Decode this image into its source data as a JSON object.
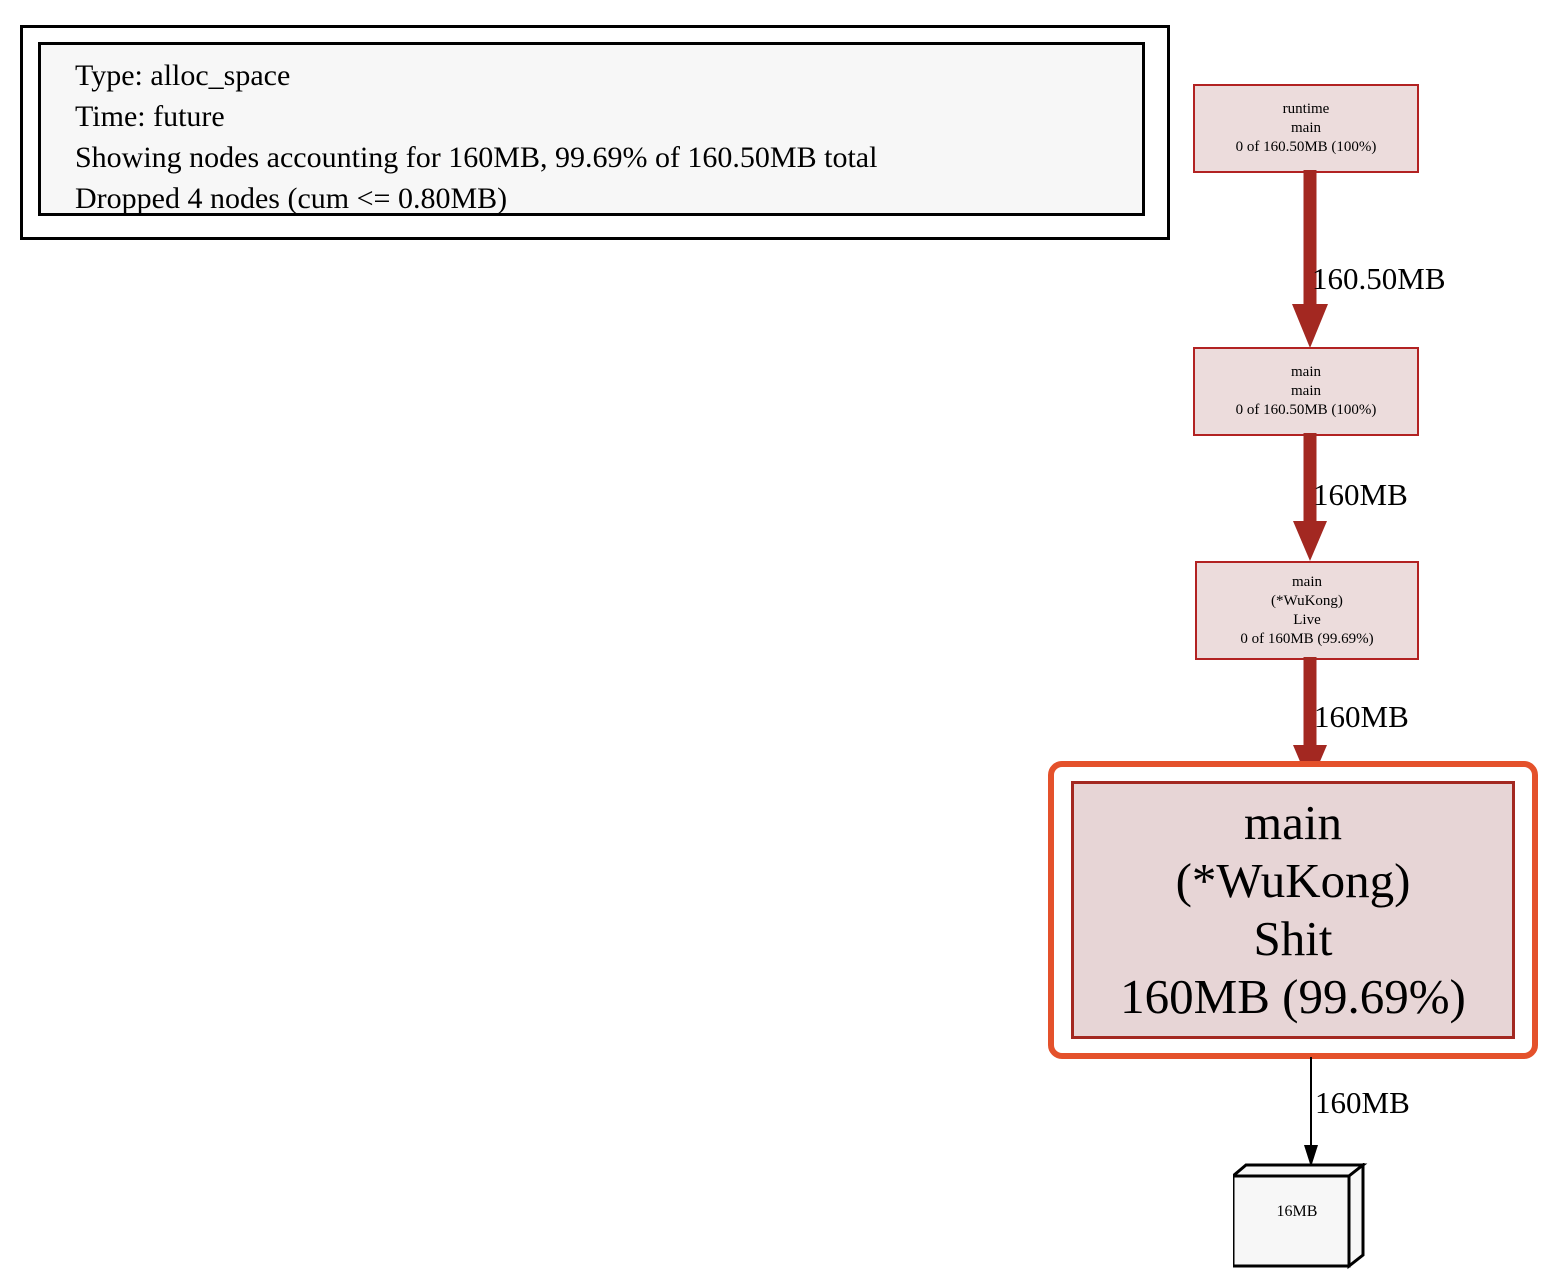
{
  "legend": {
    "lines": [
      "Type: alloc_space",
      "Time: future",
      "Showing nodes accounting for 160MB, 99.69% of 160.50MB total",
      "Dropped 4 nodes (cum <= 0.80MB)"
    ],
    "type_label": "Type: alloc_space",
    "time_label": "Time: future",
    "showing_label": "Showing nodes accounting for 160MB, 99.69% of 160.50MB total",
    "dropped_label": "Dropped 4 nodes (cum <= 0.80MB)"
  },
  "graph": {
    "nodes": [
      {
        "id": "runtime-main",
        "lines": [
          "runtime",
          "main",
          "0 of 160.50MB (100%)"
        ],
        "package": "runtime",
        "function": "main",
        "stat": "0 of 160.50MB (100%)",
        "flat": "0",
        "cum": "160.50MB",
        "percent": "100%",
        "fill": "#ecdcdc",
        "border": "#b22222"
      },
      {
        "id": "main-main",
        "lines": [
          "main",
          "main",
          "0 of 160.50MB (100%)"
        ],
        "package": "main",
        "function": "main",
        "stat": "0 of 160.50MB (100%)",
        "flat": "0",
        "cum": "160.50MB",
        "percent": "100%",
        "fill": "#ecdcdc",
        "border": "#b22222"
      },
      {
        "id": "main-wukong-live",
        "lines": [
          "main",
          "(*WuKong)",
          "Live",
          "0 of 160MB (99.69%)"
        ],
        "package": "main",
        "receiver": "(*WuKong)",
        "function": "Live",
        "stat": "0 of 160MB (99.69%)",
        "flat": "0",
        "cum": "160MB",
        "percent": "99.69%",
        "fill": "#ecdcdc",
        "border": "#b22222"
      },
      {
        "id": "main-wukong-shit",
        "lines": [
          "main",
          "(*WuKong)",
          "Shit",
          "160MB (99.69%)"
        ],
        "package": "main",
        "receiver": "(*WuKong)",
        "function": "Shit",
        "stat": "160MB (99.69%)",
        "flat": "160MB",
        "percent": "99.69%",
        "focused": true,
        "fill": "#e7d5d6",
        "border": "#a32821",
        "highlight_border": "#e4512b"
      },
      {
        "id": "leaf-16mb",
        "lines": [
          "16MB"
        ],
        "label": "16MB",
        "shape": "box3d",
        "fill": "#f7f7f7",
        "border": "#000000"
      }
    ],
    "edges": [
      {
        "id": "edge-1",
        "from": "runtime-main",
        "to": "main-main",
        "label": "160.50MB",
        "color": "#a32821",
        "weight": "heavy"
      },
      {
        "id": "edge-2",
        "from": "main-main",
        "to": "main-wukong-live",
        "label": "160MB",
        "color": "#a32821",
        "weight": "heavy"
      },
      {
        "id": "edge-3",
        "from": "main-wukong-live",
        "to": "main-wukong-shit",
        "label": "160MB",
        "color": "#a32821",
        "weight": "heavy"
      },
      {
        "id": "edge-4",
        "from": "main-wukong-shit",
        "to": "leaf-16mb",
        "label": "160MB",
        "color": "#000000",
        "weight": "thin"
      }
    ]
  }
}
